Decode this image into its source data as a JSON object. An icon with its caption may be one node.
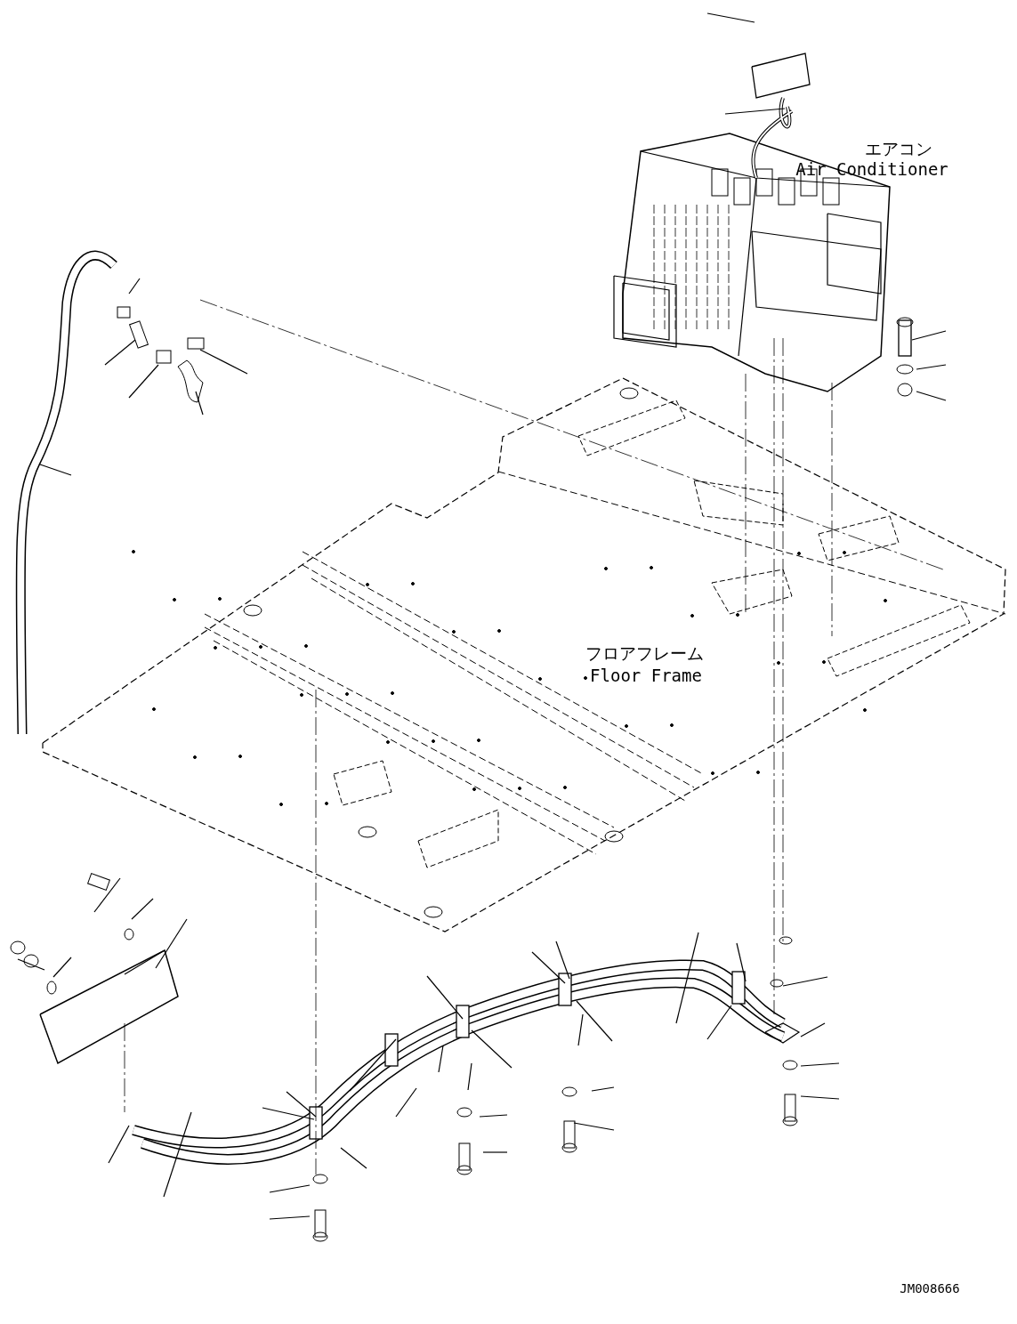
{
  "diagram": {
    "labels": [
      "エアコン",
      "Air Conditioner",
      "フロアフレーム",
      "Floor Frame",
      "JM008666"
    ]
  }
}
